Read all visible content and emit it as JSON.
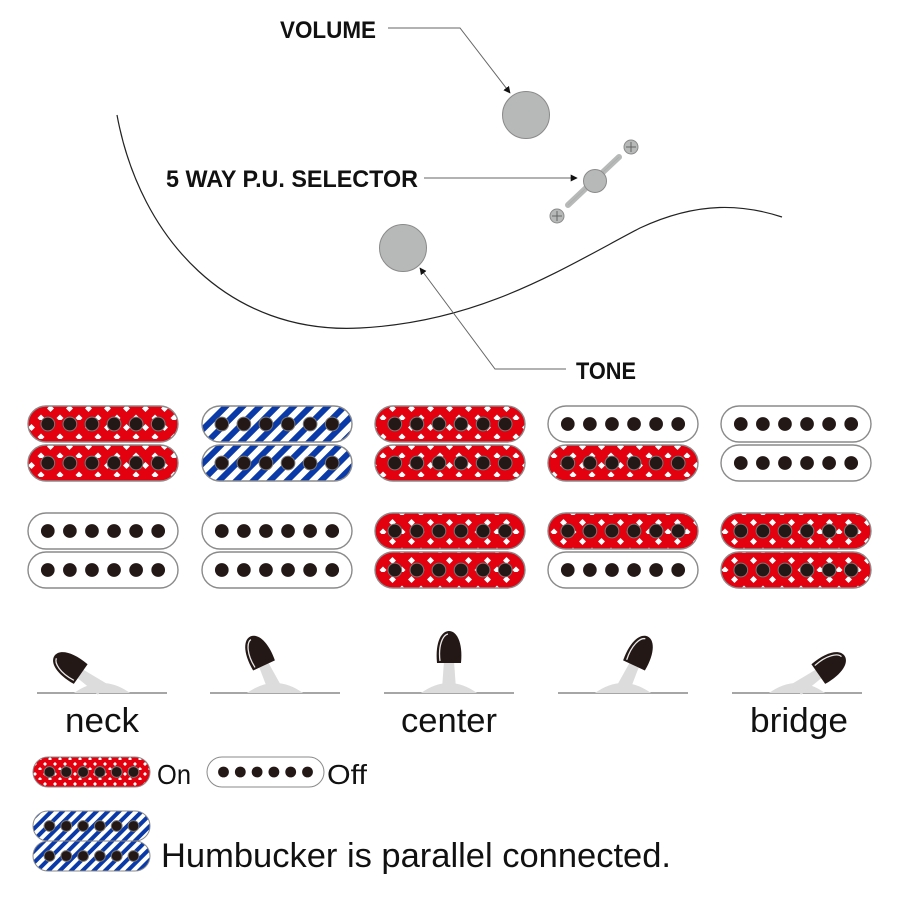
{
  "colors": {
    "on_red": "#e3000f",
    "parallel_blue": "#0a3aa8",
    "knob_gray": "#b7b8b8",
    "pole_black": "#231815",
    "outline_gray": "#8a8a8a",
    "body_line": "#222222",
    "leader_line": "#666666",
    "toggle_base": "#dcdcdc",
    "toggle_tip": "#231815"
  },
  "controls": {
    "volume_label": "VOLUME",
    "selector_label": "5 WAY P.U. SELECTOR",
    "tone_label": "TONE"
  },
  "positions": [
    {
      "id": "pos1",
      "label": "neck",
      "lever_angle_deg": -55,
      "coils": {
        "top": "on",
        "bottom": "on"
      },
      "lower": {
        "top": "off",
        "bottom": "off"
      }
    },
    {
      "id": "pos2",
      "label": "",
      "lever_angle_deg": -25,
      "coils": {
        "top": "parallel",
        "bottom": "parallel"
      },
      "lower": {
        "top": "off",
        "bottom": "off"
      }
    },
    {
      "id": "pos3",
      "label": "center",
      "lever_angle_deg": 0,
      "coils": {
        "top": "on",
        "bottom": "on"
      },
      "lower": {
        "top": "on",
        "bottom": "on"
      }
    },
    {
      "id": "pos4",
      "label": "",
      "lever_angle_deg": 25,
      "coils": {
        "top": "off",
        "bottom": "on"
      },
      "lower": {
        "top": "on",
        "bottom": "off"
      }
    },
    {
      "id": "pos5",
      "label": "bridge",
      "lever_angle_deg": 55,
      "coils": {
        "top": "off",
        "bottom": "off"
      },
      "lower": {
        "top": "on",
        "bottom": "on"
      }
    }
  ],
  "legend": {
    "on_label": "On",
    "off_label": "Off",
    "parallel_label": "Humbucker is parallel connected."
  }
}
